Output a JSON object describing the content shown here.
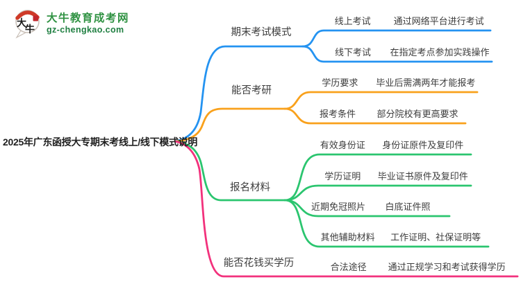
{
  "logo": {
    "brand": "大牛教育成考网",
    "domain": "gz-chengkao.com",
    "icon_chars_1": "大",
    "icon_chars_2": "牛"
  },
  "center": {
    "title": "2025年广东函授大专期末考线上/线下模式说明"
  },
  "colors": {
    "blue": "#2493F1",
    "orange": "#F9A11C",
    "green": "#2BC56F",
    "pink": "#F2317C",
    "brand_green": "#2f9242"
  },
  "branches": [
    {
      "label": "期末考试模式",
      "children": [
        {
          "label": "线上考试",
          "desc": "通过网络平台进行考试"
        },
        {
          "label": "线下考试",
          "desc": "在指定考点参加实践操作"
        }
      ]
    },
    {
      "label": "能否考研",
      "children": [
        {
          "label": "学历要求",
          "desc": "毕业后需满两年才能报考"
        },
        {
          "label": "报考条件",
          "desc": "部分院校有更高要求"
        }
      ]
    },
    {
      "label": "报名材料",
      "children": [
        {
          "label": "有效身份证",
          "desc": "身份证原件及复印件"
        },
        {
          "label": "学历证明",
          "desc": "毕业证书原件及复印件"
        },
        {
          "label": "近期免冠照片",
          "desc": "白底证件照"
        },
        {
          "label": "其他辅助材料",
          "desc": "工作证明、社保证明等"
        }
      ]
    },
    {
      "label": "能否花钱买学历",
      "children": [
        {
          "label": "合法途径",
          "desc": "通过正规学习和考试获得学历"
        }
      ]
    }
  ]
}
